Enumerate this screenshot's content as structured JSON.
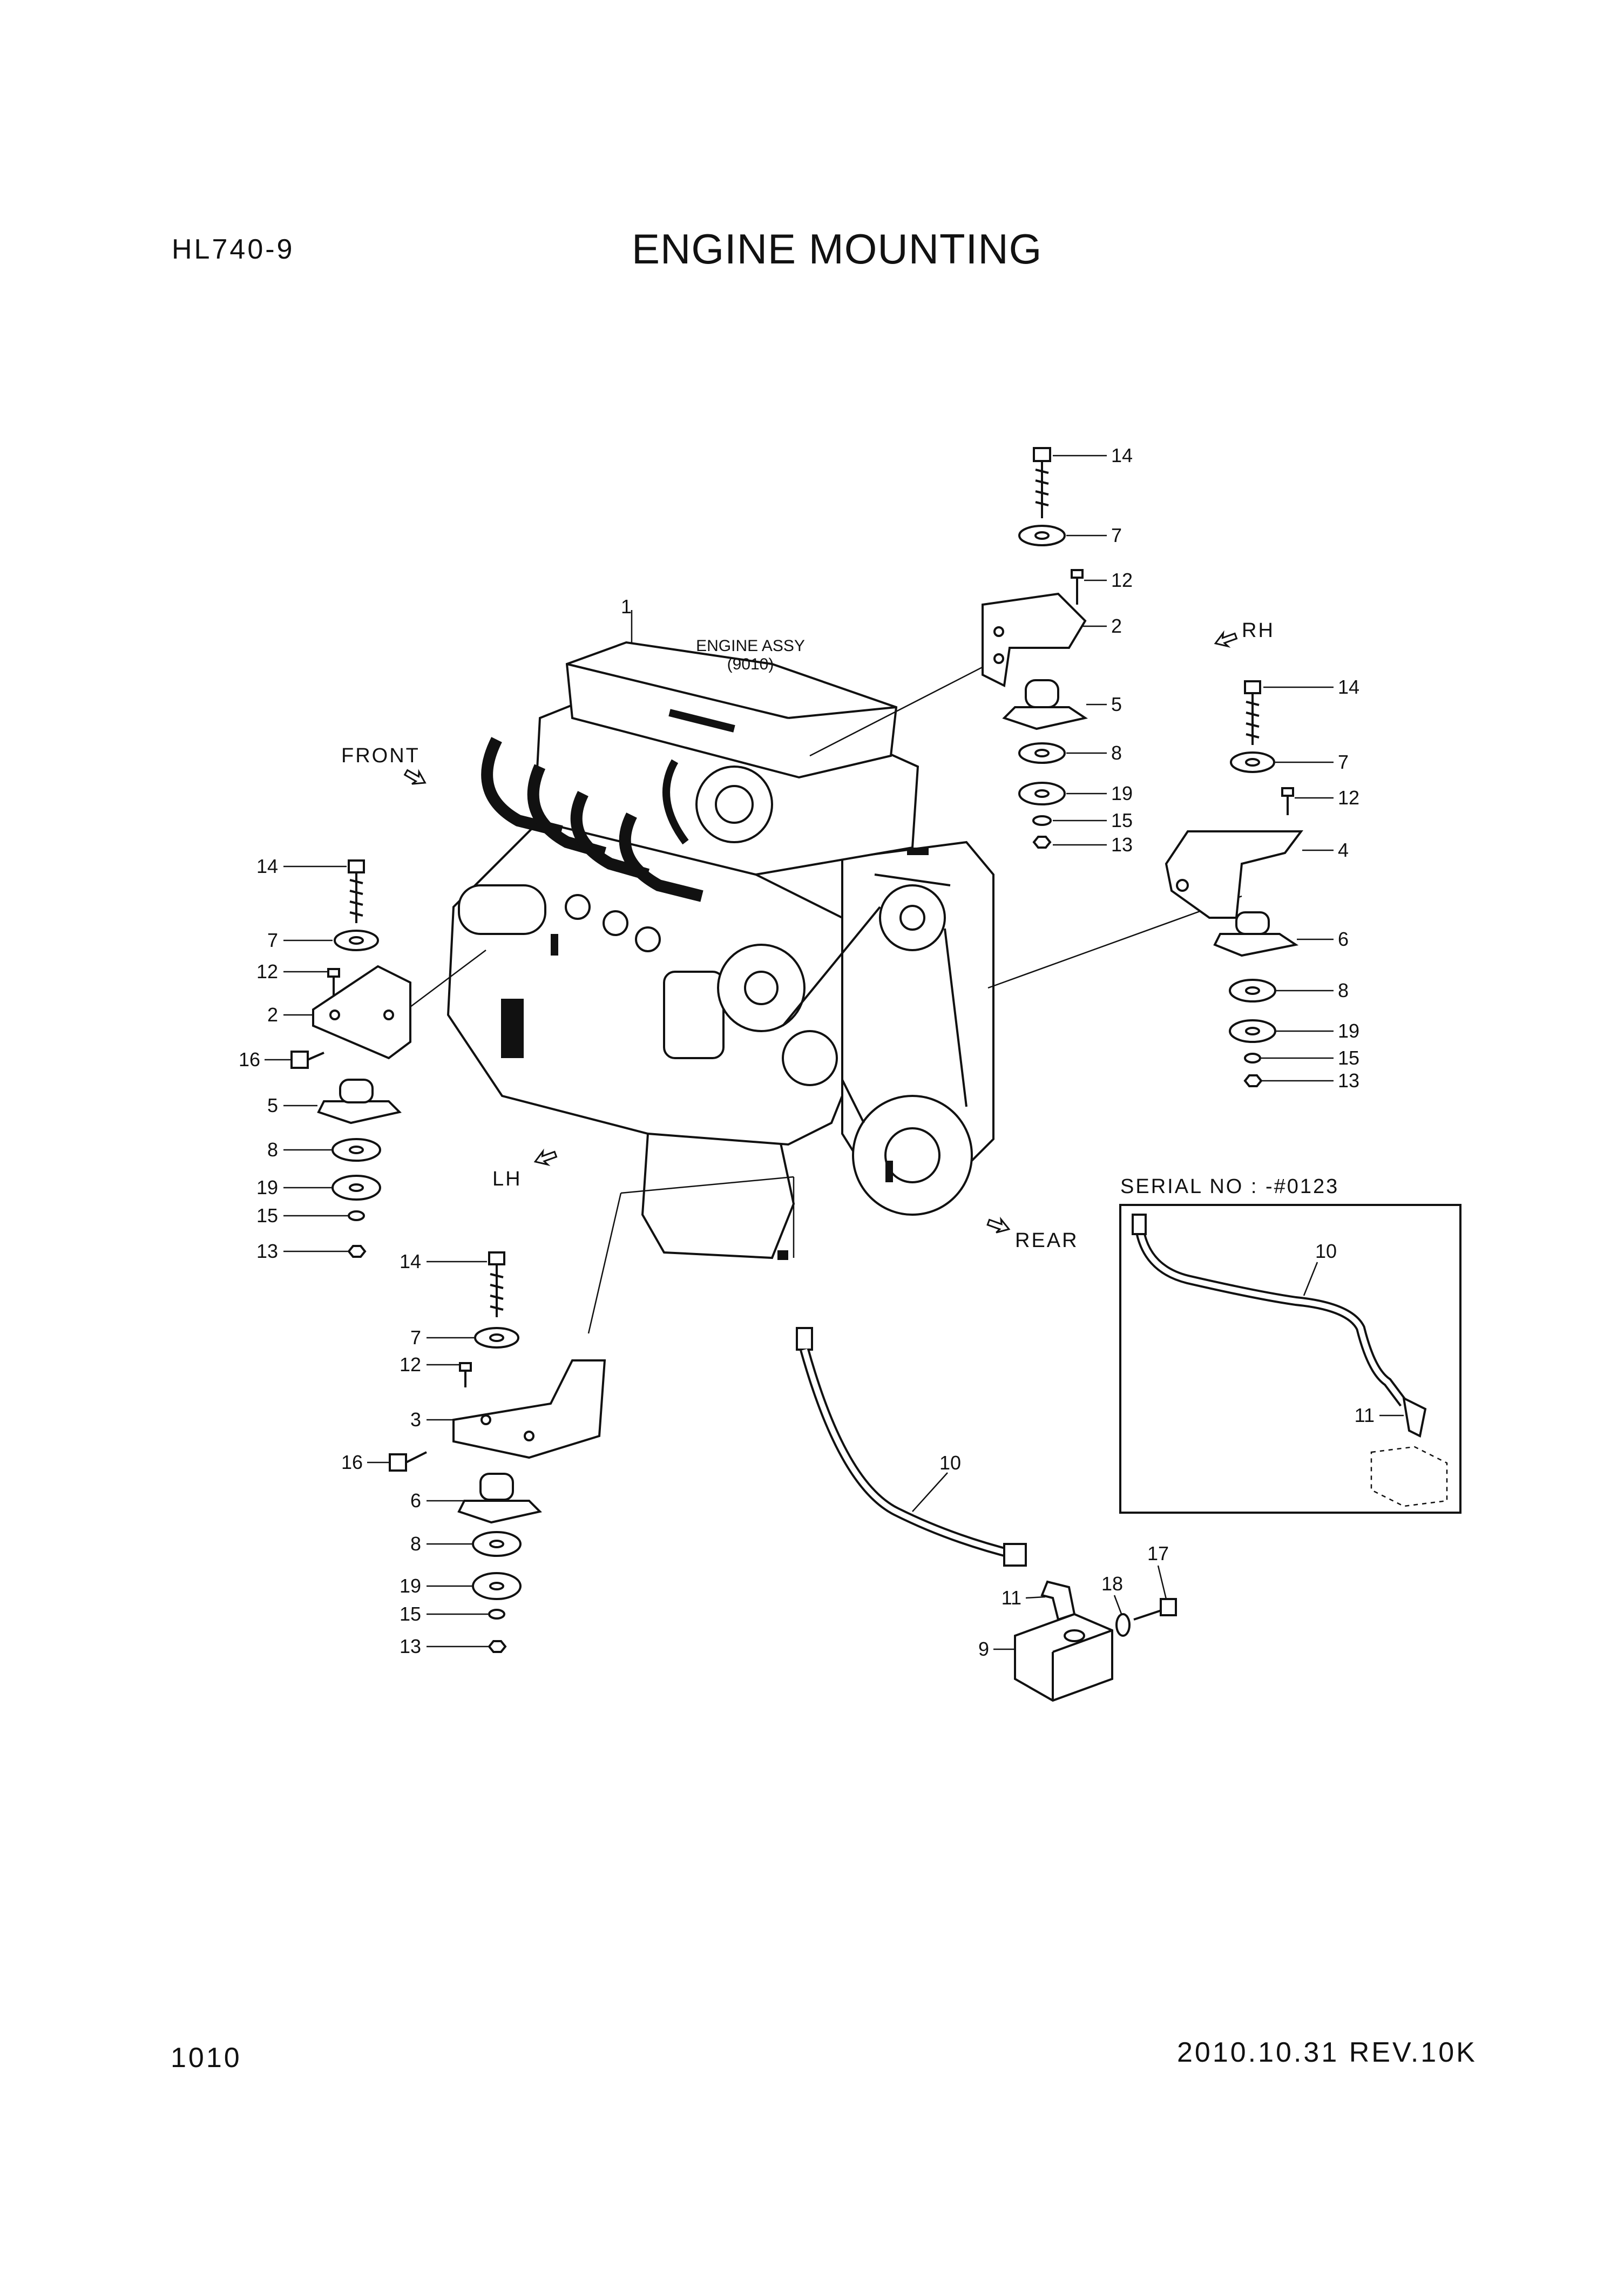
{
  "header": {
    "model": "HL740-9",
    "title": "ENGINE MOUNTING"
  },
  "footer": {
    "page": "1010",
    "date_rev": "2010.10.31  REV.10K"
  },
  "labels": {
    "engine_assy": "ENGINE ASSY",
    "engine_assy_code": "(9010)",
    "front": "FRONT",
    "rh": "RH",
    "lh": "LH",
    "rear": "REAR",
    "serial_no": "SERIAL NO : -#0123"
  },
  "callouts": {
    "c1": "1",
    "c2": "2",
    "c3": "3",
    "c4": "4",
    "c5": "5",
    "c6": "6",
    "c7": "7",
    "c8": "8",
    "c9": "9",
    "c10": "10",
    "c11": "11",
    "c12": "12",
    "c13": "13",
    "c14": "14",
    "c15": "15",
    "c16": "16",
    "c17": "17",
    "c18": "18",
    "c19": "19"
  }
}
